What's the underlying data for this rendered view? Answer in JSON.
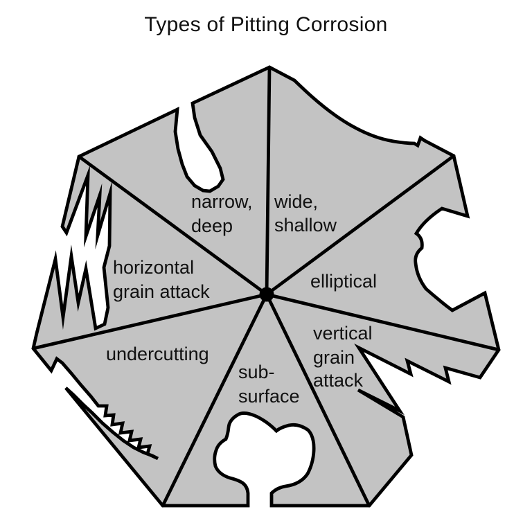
{
  "title": "Types of Pitting Corrosion",
  "colors": {
    "body_fill": "#c3c3c3",
    "outline": "#000000",
    "background": "#ffffff",
    "text": "#111111"
  },
  "diagram": {
    "sectors": [
      {
        "name": "narrow-deep",
        "lines": [
          "narrow,",
          "deep"
        ]
      },
      {
        "name": "wide-shallow",
        "lines": [
          "wide,",
          "shallow"
        ]
      },
      {
        "name": "elliptical",
        "lines": [
          "elliptical"
        ]
      },
      {
        "name": "vertical-grain-attack",
        "lines": [
          "vertical",
          "grain",
          "attack"
        ]
      },
      {
        "name": "sub-surface",
        "lines": [
          "sub-",
          "surface"
        ]
      },
      {
        "name": "undercutting",
        "lines": [
          "undercutting"
        ]
      },
      {
        "name": "horizontal-grain-attack",
        "lines": [
          "horizontal",
          "grain attack"
        ]
      }
    ]
  }
}
